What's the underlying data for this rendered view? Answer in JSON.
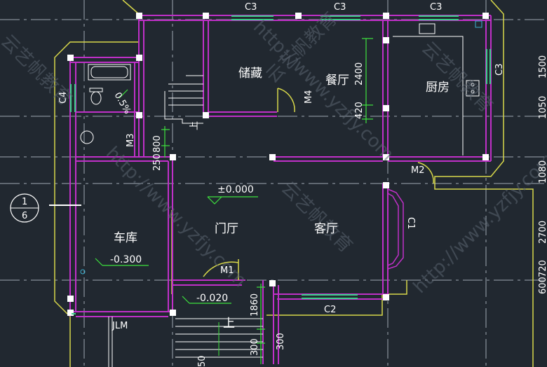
{
  "rooms": {
    "storage": "储藏",
    "dining": "餐厅",
    "kitchen": "厨房",
    "garage": "车库",
    "foyer": "门厅",
    "living": "客厅",
    "stairs_up_1": "上",
    "stairs_up_2": "上"
  },
  "codes": {
    "window_c3_1": "C3",
    "window_c3_2": "C3",
    "window_c3_3": "C3",
    "window_c3_right": "C3",
    "window_c4": "C4",
    "window_c2": "C2",
    "window_c1": "C1",
    "door_m4": "M4",
    "door_m3": "M3",
    "door_m2": "M2",
    "door_m1": "M1",
    "garage_door": "JLM"
  },
  "elevations": {
    "foyer": "±0.000",
    "garage": "-0.300",
    "entry": "-0.020"
  },
  "slope": "0.5%",
  "dimensions": {
    "d2400": "2400",
    "d420": "420",
    "d800": "800",
    "d250": "250",
    "d1860": "1860",
    "d300a": "300",
    "d300b": "300",
    "d50": "50",
    "r1500": "1500",
    "r1050": "1050",
    "r1080": "1080",
    "r2700": "2700",
    "r600": "600",
    "r720": "720"
  },
  "axis": {
    "top": "1",
    "bottom": "6"
  },
  "watermarks": {
    "site": "http://www.yzfjy.com",
    "brand": "云艺帆教育"
  },
  "colors": {
    "background": "#212830",
    "wall": "#c030c8",
    "outline": "#d8d84a",
    "dim": "#3ee23e",
    "text": "#ffffff",
    "window": "#3ad08a"
  }
}
